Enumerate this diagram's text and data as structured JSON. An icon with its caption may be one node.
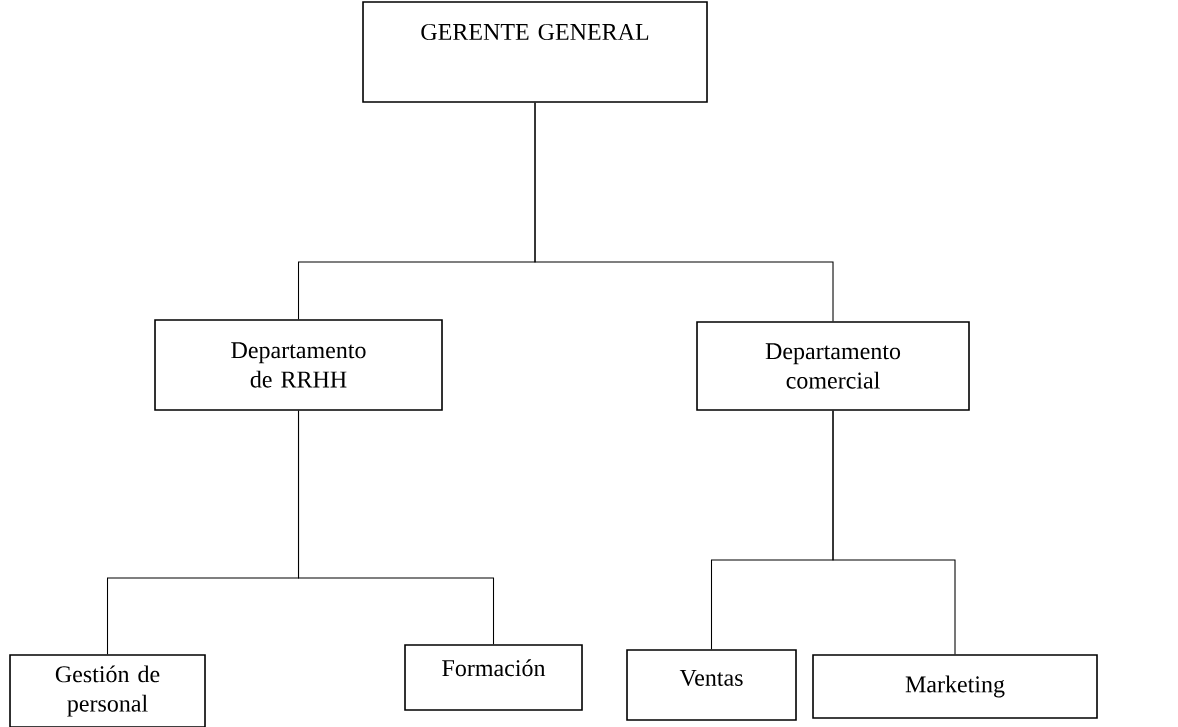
{
  "diagram": {
    "nodes": [
      {
        "text": [
          "GERENTE GENERAL"
        ]
      },
      {
        "text": [
          "Departamento de RRHH"
        ]
      },
      {
        "text": [
          "Departamento comercial"
        ]
      },
      {
        "text": [
          "Gestión de personal"
        ]
      },
      {
        "text": [
          "Formación"
        ]
      },
      {
        "text": [
          "Ventas"
        ]
      },
      {
        "text": [
          "Marketing"
        ]
      }
    ],
    "edges": [
      {
        "from": 0,
        "to": 1,
        "arrow": "none"
      },
      {
        "from": 0,
        "to": 2,
        "arrow": "none"
      },
      {
        "from": 1,
        "to": 3,
        "arrow": "none"
      },
      {
        "from": 1,
        "to": 4,
        "arrow": "none"
      },
      {
        "from": 2,
        "to": 5,
        "arrow": "none"
      },
      {
        "from": 2,
        "to": 6,
        "arrow": "none"
      }
    ]
  }
}
